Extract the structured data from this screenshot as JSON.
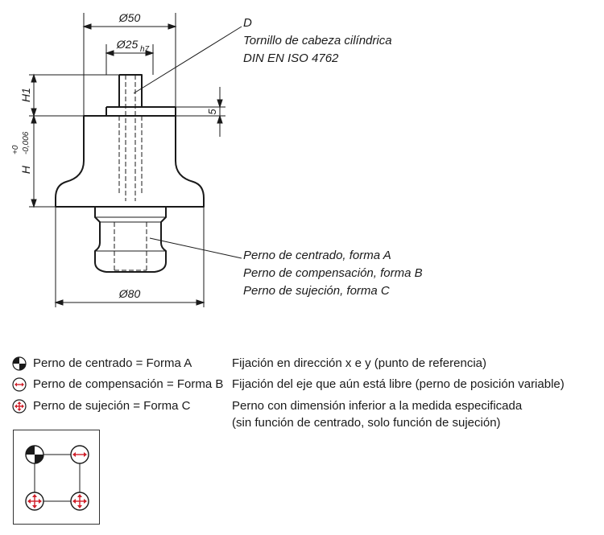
{
  "drawing": {
    "dim_d50": "Ø50",
    "dim_d25": "Ø25",
    "dim_d25_tol": "h7",
    "dim_d80": "Ø80",
    "dim_5": "5",
    "dim_h1": "H1",
    "dim_h": "H",
    "dim_h_tol_upper": "+0",
    "dim_h_tol_lower": "-0,006",
    "callout_d_letter": "D",
    "callout_d_line1": "Tornillo de cabeza cilíndrica",
    "callout_d_line2": "DIN EN ISO 4762",
    "callout_pin_line1": "Perno de centrado, forma A",
    "callout_pin_line2": "Perno de compensación, forma B",
    "callout_pin_line3": "Perno de sujeción, forma C"
  },
  "legend": [
    {
      "symbol": "quadrant-icon",
      "term": "Perno de centrado = Forma A",
      "desc": "Fijación en dirección x e y (punto de referencia)"
    },
    {
      "symbol": "horizontal-arrows-icon",
      "term": "Perno de compensación = Forma B",
      "desc": "Fijación del eje que aún está libre (perno de posición variable)"
    },
    {
      "symbol": "cross-arrows-icon",
      "term": "Perno de sujeción = Forma C",
      "desc": "Perno con dimensión inferior a la medida especificada"
    }
  ],
  "legend_extra_line": "(sin función de centrado, solo función de sujeción)",
  "colors": {
    "line": "#1a1a1a",
    "accent": "#d0202a"
  }
}
